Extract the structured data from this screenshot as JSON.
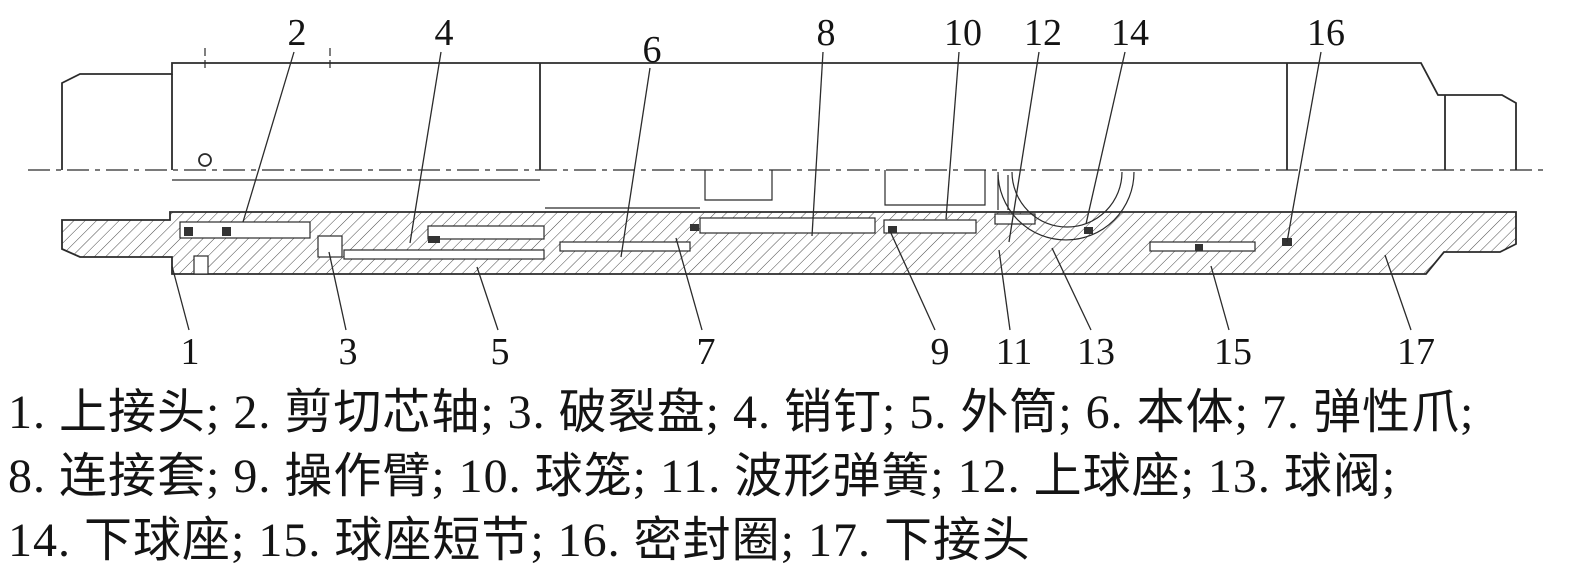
{
  "figure": {
    "callouts": {
      "top": [
        "2",
        "4",
        "6",
        "8",
        "10",
        "12",
        "14",
        "16"
      ],
      "bottom": [
        "1",
        "3",
        "5",
        "7",
        "9",
        "11",
        "13",
        "15",
        "17"
      ]
    },
    "legend": {
      "lines": [
        "1. 上接头; 2. 剪切芯轴; 3. 破裂盘; 4. 销钉; 5. 外筒; 6. 本体; 7. 弹性爪;",
        "8. 连接套; 9. 操作臂; 10. 球笼; 11. 波形弹簧; 12. 上球座; 13. 球阀;",
        "14. 下球座; 15. 球座短节; 16. 密封圈; 17. 下接头"
      ]
    },
    "parts": [
      {
        "num": "1",
        "name": "上接头"
      },
      {
        "num": "2",
        "name": "剪切芯轴"
      },
      {
        "num": "3",
        "name": "破裂盘"
      },
      {
        "num": "4",
        "name": "销钉"
      },
      {
        "num": "5",
        "name": "外筒"
      },
      {
        "num": "6",
        "name": "本体"
      },
      {
        "num": "7",
        "name": "弹性爪"
      },
      {
        "num": "8",
        "name": "连接套"
      },
      {
        "num": "9",
        "name": "操作臂"
      },
      {
        "num": "10",
        "name": "球笼"
      },
      {
        "num": "11",
        "name": "波形弹簧"
      },
      {
        "num": "12",
        "name": "上球座"
      },
      {
        "num": "13",
        "name": "球阀"
      },
      {
        "num": "14",
        "name": "下球座"
      },
      {
        "num": "15",
        "name": "球座短节"
      },
      {
        "num": "16",
        "name": "密封圈"
      },
      {
        "num": "17",
        "name": "下接头"
      }
    ],
    "colors": {
      "line": "#2b2b2b",
      "text": "#141414",
      "background": "#ffffff"
    }
  }
}
